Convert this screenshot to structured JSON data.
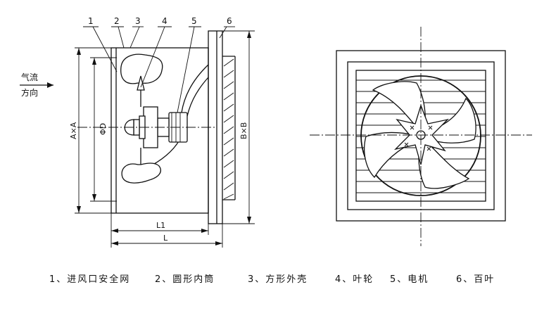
{
  "callouts": [
    "1",
    "2",
    "3",
    "4",
    "5",
    "6"
  ],
  "airflow": {
    "line1": "气流",
    "line2": "方向"
  },
  "dimensions": {
    "AxA": "A×A",
    "phiD": "ΦD",
    "BxB": "B×B",
    "L1": "L1",
    "L": "L"
  },
  "legend": [
    "1、进风口安全网",
    "2、圆形内筒",
    "3、方形外壳",
    "4、叶轮",
    "5、电机",
    "6、百叶"
  ]
}
